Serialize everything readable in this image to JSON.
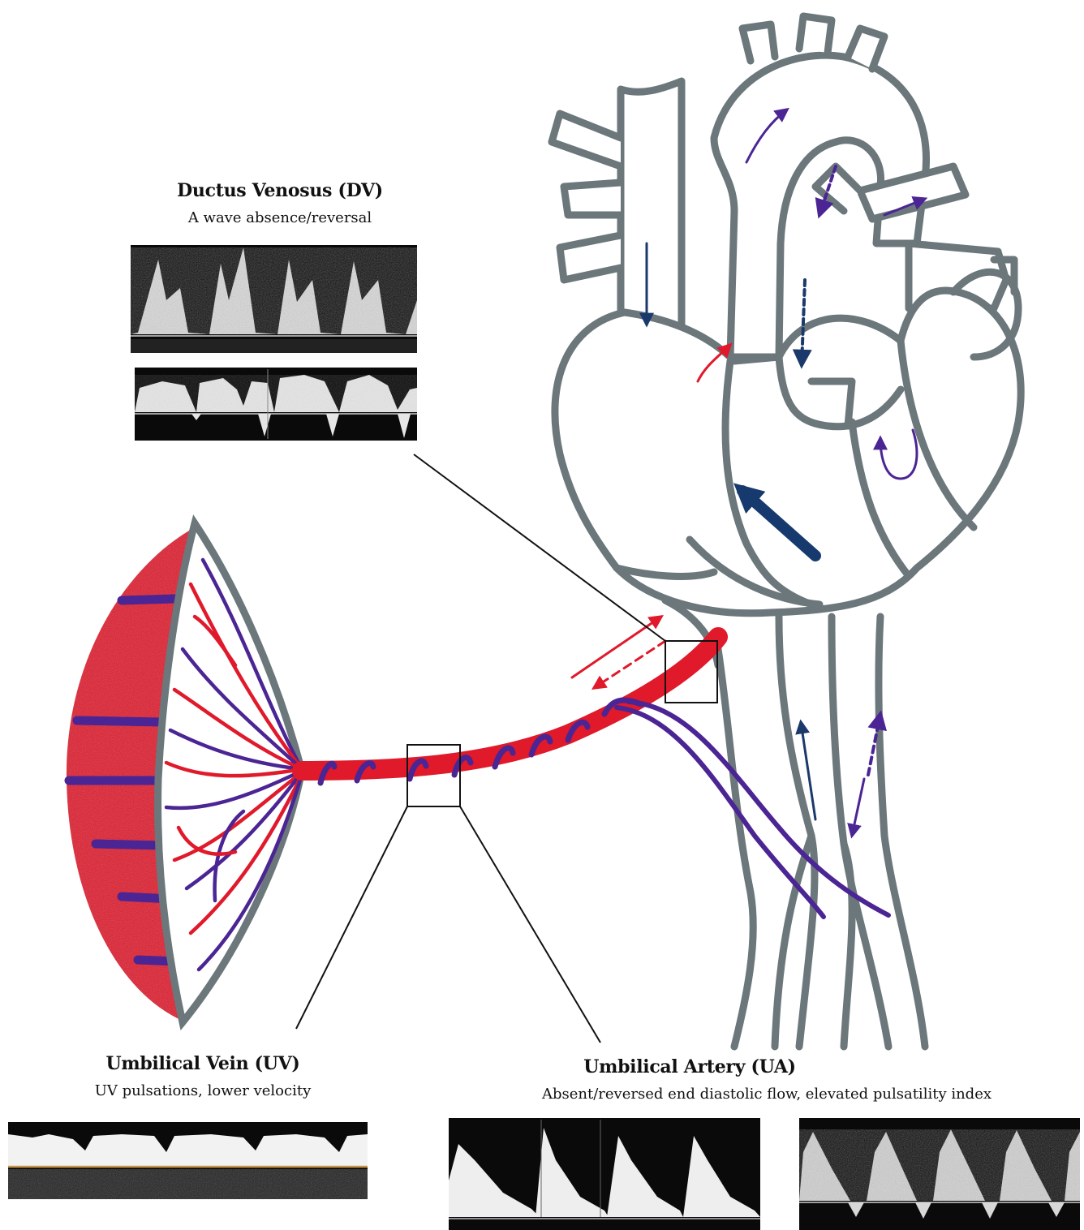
{
  "dv": {
    "title": "Ductus Venosus (DV)",
    "subtitle": "A wave absence/reversal"
  },
  "uv": {
    "title": "Umbilical Vein (UV)",
    "subtitle": "UV pulsations, lower velocity"
  },
  "ua": {
    "title": "Umbilical Artery (UA)",
    "subtitle": "Absent/reversed end diastolic flow, elevated pulsatility index"
  },
  "colors": {
    "outline": "#6b777b",
    "artery_red": "#e0192b",
    "vein_purple": "#4b2594",
    "flow_navy": "#1b3a6b",
    "doppler_bg": "#0a0a0a"
  }
}
